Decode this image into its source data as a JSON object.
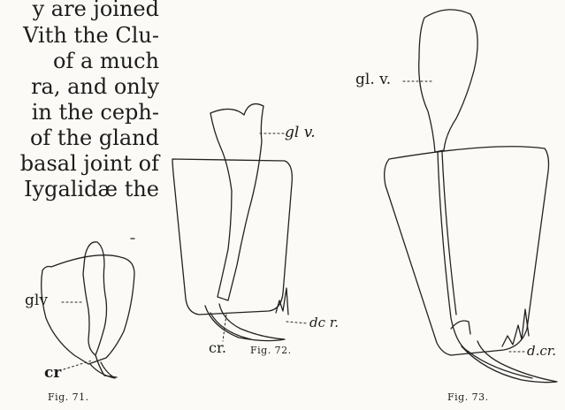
{
  "body_text": [
    "y are joined",
    "Vith the Clu-",
    "of a much",
    "ra, and only",
    "in the ceph-",
    "of the gland",
    "basal joint of",
    "Iygalidæ the"
  ],
  "figures": {
    "fig71": {
      "caption": "Fig. 71.",
      "labels": {
        "gland": "glv",
        "crest": "cr"
      }
    },
    "fig72": {
      "caption": "Fig. 72.",
      "labels": {
        "gland": "gl v.",
        "crest": "cr.",
        "dcr": "dc r."
      }
    },
    "fig73": {
      "caption": "Fig. 73.",
      "labels": {
        "gland": "gl. v.",
        "dcr": "d.cr."
      }
    }
  }
}
